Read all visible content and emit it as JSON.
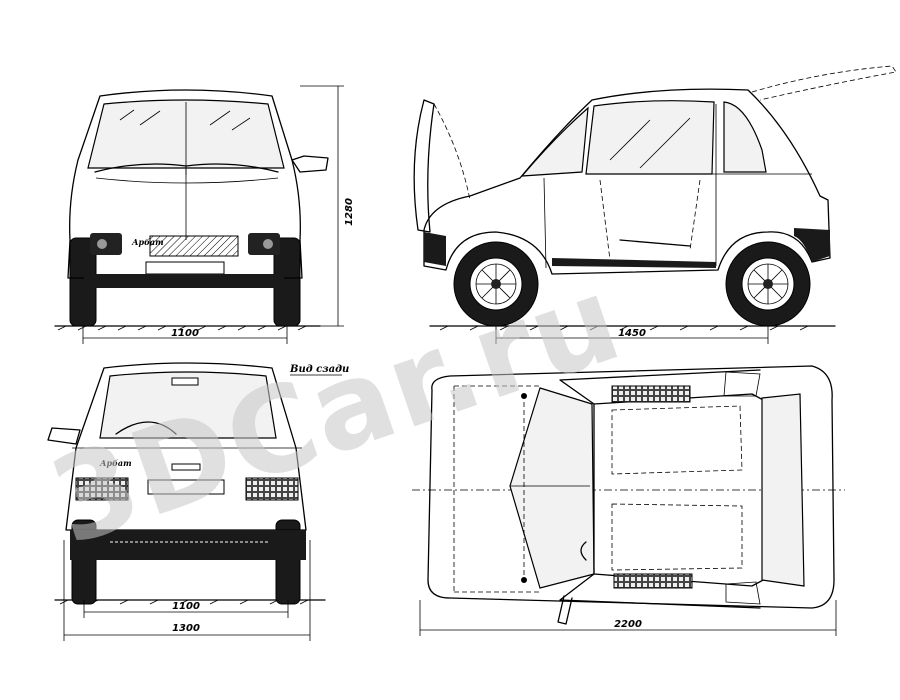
{
  "drawing": {
    "dimensions": {
      "front_track": "1100",
      "height": "1280",
      "wheelbase": "1450",
      "rear_track": "1100",
      "width": "1300",
      "length": "2200"
    },
    "rear_view_label": "Вид сзади",
    "badge_front": "Арбат",
    "badge_rear": "Арбат",
    "watermark": "3DCar.ru"
  }
}
